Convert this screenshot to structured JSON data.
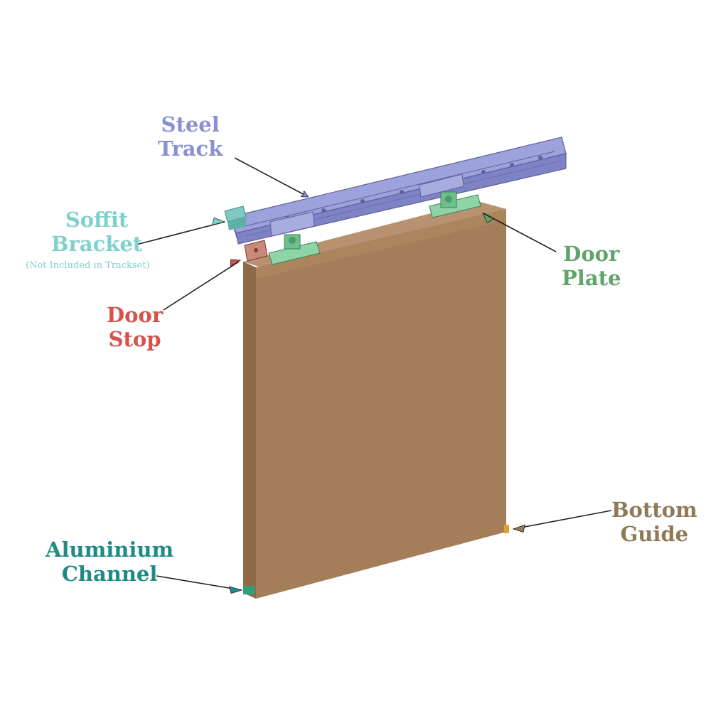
{
  "labels": {
    "steel_track": {
      "line1": "Steel",
      "line2": "Track"
    },
    "soffit_bracket": {
      "line1": "Soffit",
      "line2": "Bracket",
      "note": "(Not Included in Trackset)"
    },
    "door_stop": {
      "line1": "Door",
      "line2": "Stop"
    },
    "door_plate": {
      "line1": "Door",
      "line2": "Plate"
    },
    "bottom_guide": {
      "line1": "Bottom",
      "line2": "Guide"
    },
    "aluminium_channel": {
      "line1": "Aluminium",
      "line2": "Channel"
    }
  },
  "colors": {
    "steel_track": "#8a8fd4",
    "soffit_bracket": "#7fd1cc",
    "door_stop": "#d6524a",
    "door_plate": "#5fa56a",
    "bottom_guide": "#8f7a55",
    "aluminium_channel": "#1f8a86",
    "door_face": "#a37e59",
    "door_edge": "#8d6a47",
    "door_top": "#b89270",
    "track": "#8f93d2",
    "hardware_green": "#7fc99a",
    "bottom_guide_part": "#e2a030",
    "channel_part": "#2e9f78"
  },
  "icons": [
    "arrow-icon"
  ]
}
